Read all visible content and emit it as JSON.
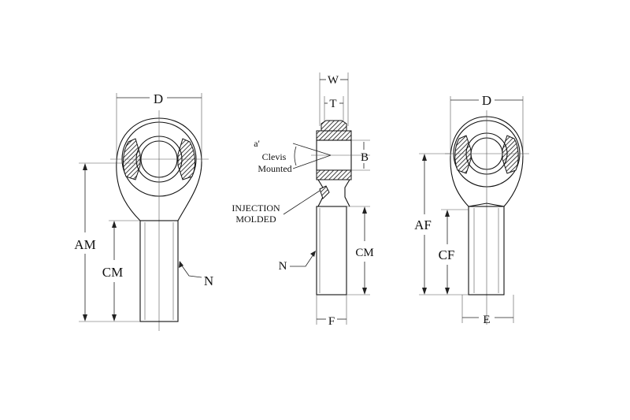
{
  "left_view": {
    "labels": {
      "d": "D",
      "am": "AM",
      "cm": "CM",
      "n": "N"
    }
  },
  "middle_view": {
    "labels": {
      "w": "W",
      "t": "T",
      "b": "B",
      "a": "a'",
      "clevis": "Clevis",
      "mounted": "Mounted",
      "injection": "INJECTION",
      "molded": "MOLDED",
      "n": "N",
      "cm": "CM",
      "f": "F"
    }
  },
  "right_view": {
    "labels": {
      "d": "D",
      "af": "AF",
      "cf": "CF",
      "e": "E"
    }
  }
}
